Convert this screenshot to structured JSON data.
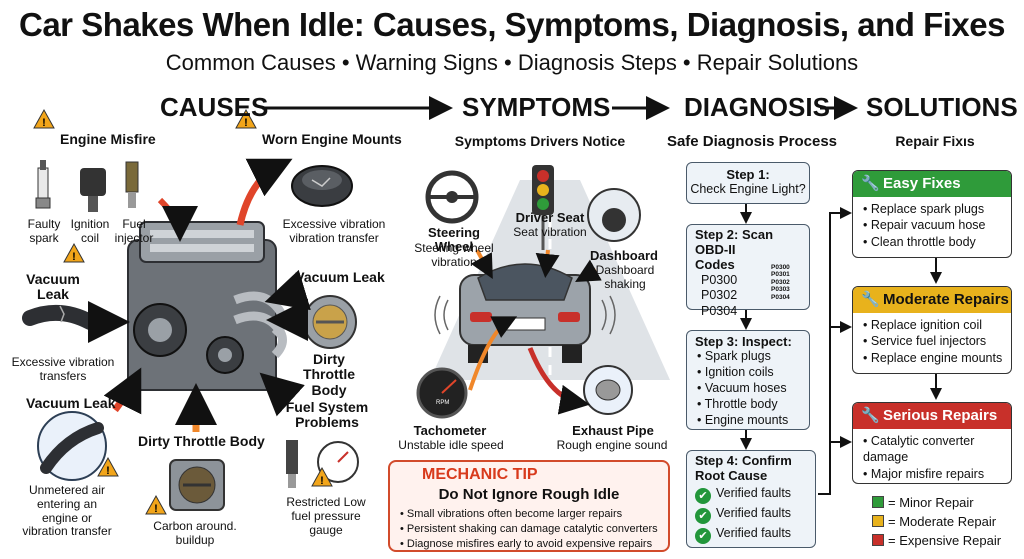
{
  "title": "Car Shakes When Idle: Causes, Symptoms, Diagnosis, and Fixes",
  "subtitle": "Common Causes • Warning Signs • Diagnosis Steps • Repair Solutions",
  "flow": [
    "CAUSES",
    "SYMPTOMS",
    "DIAGNOSIS",
    "SOLUTIONS"
  ],
  "causes": {
    "engine_misfire": "Engine Misfire",
    "faulty_spark": "Faulty spark",
    "ignition_coil": "Ignition coil",
    "fuel_injector": "Fuel injector",
    "worn_mounts": "Worn Engine Mounts",
    "mounts_desc": "Excessive vibration vibration transfer",
    "vacuum_leak_left": "Vacuum Leak",
    "vacuum_left_desc": "Excessive vibration transfers",
    "vacuum_leak_right": "Vacuum Leak",
    "dirty_throttle_right": "Dirty Throttle Body",
    "vacuum_leak_bottom": "Vacuum Leak",
    "vacuum_bottom_desc": "Unmetered air entering an engine or vibration transfer",
    "dirty_throttle_bottom": "Dirty Throttle Body",
    "carbon_desc": "Carbon around. buildup",
    "fuel_system": "Fuel System Problems",
    "fuel_desc": "Restricted Low fuel pressure gauge"
  },
  "symptoms": {
    "heading": "Symptoms Drivers Notice",
    "steering": "Steering Wheel",
    "steering_desc": "Steering wheel vibration",
    "seat": "Driver Seat",
    "seat_desc": "Seat vibration",
    "dashboard": "Dashboard",
    "dashboard_desc": "Dashboard shaking",
    "tachometer": "Tachometer",
    "tach_desc": "Unstable idle speed",
    "tach_rpm": "RPM",
    "exhaust": "Exhaust Pipe",
    "exhaust_desc": "Rough engine sound"
  },
  "tip": {
    "tag": "MECHANIC TIP",
    "heading": "Do Not Ignore Rough Idle",
    "items": [
      "Small vibrations often become larger repairs",
      "Persistent shaking can damage catalytic converters",
      "Diagnose misfires early to avoid expensive repairs"
    ]
  },
  "diagnosis": {
    "heading": "Safe Diagnosis Process",
    "step1_title": "Step 1:",
    "step1_text": "Check Engine Light?",
    "step2_title": "Step 2: Scan OBD-II Codes",
    "codes": [
      "P0300",
      "P0302",
      "P0304"
    ],
    "scanner_codes": [
      "P0300",
      "P0301",
      "P0302",
      "P0303",
      "P0304"
    ],
    "step3_title": "Step 3: Inspect:",
    "step3_items": [
      "Spark plugs",
      "Ignition coils",
      "Vacuum hoses",
      "Throttle body",
      "Engine mounts"
    ],
    "step4_title": "Step 4: Confirm Root Cause",
    "step4_items": [
      "Verified faults",
      "Verified faults",
      "Verified faults"
    ]
  },
  "solutions": {
    "heading": "Repair Fixıs",
    "easy": {
      "title": "Easy Fixes",
      "items": [
        "Replace spark plugs",
        "Repair vacuum hose",
        "Clean throttle body"
      ]
    },
    "moderate": {
      "title": "Moderate Repairs",
      "items": [
        "Replace ignition coil",
        "Service fuel injectors",
        "Replace engine mounts"
      ]
    },
    "serious": {
      "title": "Serious Repairs",
      "items": [
        "Catalytic converter damage",
        "Major misfire repairs"
      ]
    }
  },
  "legend": [
    "= Minor Repair",
    "= Moderate Repair",
    "= Expensive Repair"
  ],
  "colors": {
    "easy": "#2f9b3a",
    "moderate": "#e8b21c",
    "serious": "#c8302a",
    "arrow_red": "#e0452a",
    "arrow_orange": "#f0872a",
    "warning": "#f2a51a"
  }
}
